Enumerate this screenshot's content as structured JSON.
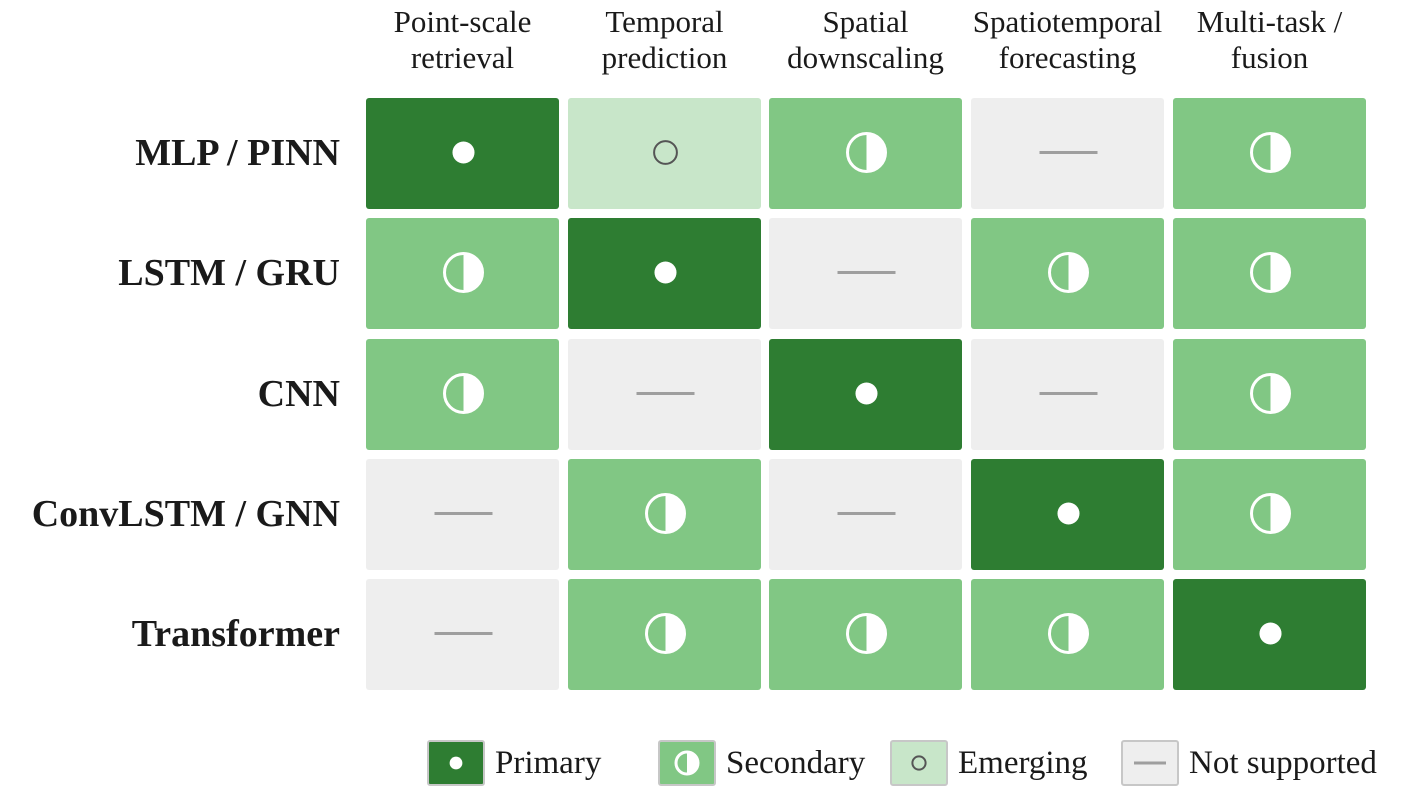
{
  "columns": [
    "Point-scale\nretrieval",
    "Temporal\nprediction",
    "Spatial\ndownscaling",
    "Spatiotemporal\nforecasting",
    "Multi-task /\nfusion"
  ],
  "rows": [
    "MLP / PINN",
    "LSTM / GRU",
    "CNN",
    "ConvLSTM / GNN",
    "Transformer"
  ],
  "matrix": [
    [
      "primary",
      "emerging",
      "secondary",
      "not_supported",
      "secondary"
    ],
    [
      "secondary",
      "primary",
      "not_supported",
      "secondary",
      "secondary"
    ],
    [
      "secondary",
      "not_supported",
      "primary",
      "not_supported",
      "secondary"
    ],
    [
      "not_supported",
      "secondary",
      "not_supported",
      "primary",
      "secondary"
    ],
    [
      "not_supported",
      "secondary",
      "secondary",
      "secondary",
      "primary"
    ]
  ],
  "legend": [
    {
      "key": "primary",
      "label": "Primary"
    },
    {
      "key": "secondary",
      "label": "Secondary"
    },
    {
      "key": "emerging",
      "label": "Emerging"
    },
    {
      "key": "not_supported",
      "label": "Not supported"
    }
  ],
  "colors": {
    "primary": "#2e7d32",
    "secondary": "#81c784",
    "emerging": "#c8e6c9",
    "not_supported": "#eeeeee",
    "dash": "#9e9e9e",
    "ring": "#555555",
    "mark": "#ffffff"
  }
}
